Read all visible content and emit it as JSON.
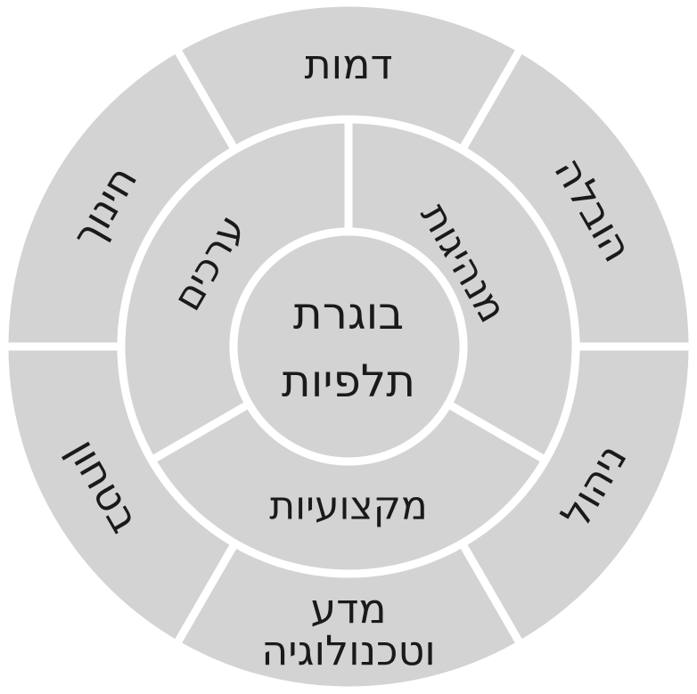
{
  "center": {
    "line1": "בוגרת",
    "line2": "תלפיות"
  },
  "inner_ring": [
    {
      "label": "מנהיגות"
    },
    {
      "label": "מקצועיות"
    },
    {
      "label": "ערכים"
    }
  ],
  "outer_ring": [
    {
      "label": "דמות"
    },
    {
      "label": "הובלה"
    },
    {
      "label": "ניהול"
    },
    {
      "label": "מדע",
      "label2": "וטכנולוגיה"
    },
    {
      "label": "בטחון"
    },
    {
      "label": "חינוך"
    }
  ],
  "colors": {
    "segment_fill": "#d3d3d3",
    "separator": "#ffffff",
    "text": "#1a1a1a"
  }
}
